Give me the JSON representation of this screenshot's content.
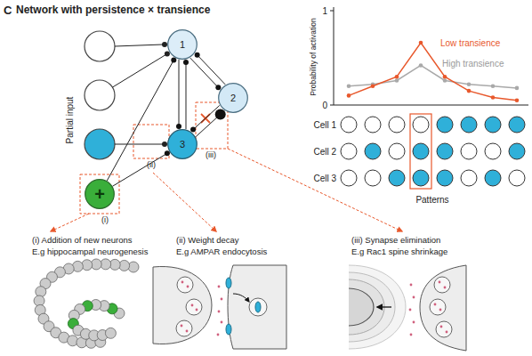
{
  "diagram": {
    "title": "Network with persistence × transience",
    "nodes": [
      {
        "text": [
          "1"
        ]
      },
      {
        "text": [
          "2"
        ]
      },
      {
        "text": [
          "3"
        ]
      },
      {
        "text": [
          "+"
        ]
      }
    ],
    "edges": [
      {
        "from": 3,
        "to": 0,
        "arrow": "to"
      },
      {
        "from": 3,
        "to": 2,
        "arrow": "to"
      },
      {
        "from": 0,
        "to": 1,
        "arrow": "to"
      },
      {
        "from": 1,
        "to": 0,
        "arrow": "to"
      },
      {
        "from": 0,
        "to": 2,
        "arrow": "to"
      },
      {
        "from": 2,
        "to": 0,
        "arrow": "to"
      },
      {
        "from": 2,
        "to": 1,
        "arrow": "to"
      },
      {
        "from": 1,
        "to": 2,
        "arrow": "to"
      }
    ],
    "labels": [
      "C",
      "Partial input",
      "(i)",
      "(ii)",
      "(iii)",
      "1",
      "0",
      "Probability of activation",
      "Low transience",
      "High transience",
      "Cell 1",
      "Cell 2",
      "Cell 3",
      "Patterns",
      "(i) Addition of new neurons",
      "E.g hippocampal neurogenesis",
      "(ii) Weight decay",
      "E.g AMPAR endocytosis",
      "(iii) Synapse elimination",
      "E.g Rac1 spine shrinkage"
    ]
  }
}
